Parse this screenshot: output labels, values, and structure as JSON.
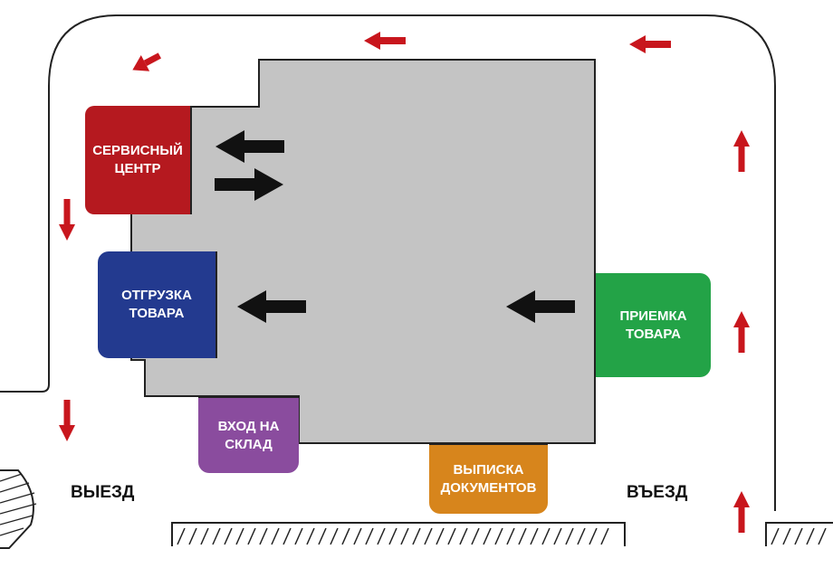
{
  "colors": {
    "warehouse": "#c4c4c4",
    "service": "#b5191f",
    "shipping": "#233a8f",
    "entrance": "#8a4c9e",
    "documents": "#d7851c",
    "receiving": "#23a347",
    "traffic_arrow": "#c8161d",
    "flow_arrow": "#111111"
  },
  "zones": {
    "service_center": "СЕРВИСНЫЙ\nЦЕНТР",
    "shipping": "ОТГРУЗКА\nТОВАРА",
    "warehouse_entrance": "ВХОД НА\nСКЛАД",
    "documents": "ВЫПИСКА\nДОКУМЕНТОВ",
    "receiving": "ПРИЕМКА\nТОВАРА"
  },
  "labels": {
    "exit": "ВЫЕЗД",
    "entry": "ВЪЕЗД"
  }
}
